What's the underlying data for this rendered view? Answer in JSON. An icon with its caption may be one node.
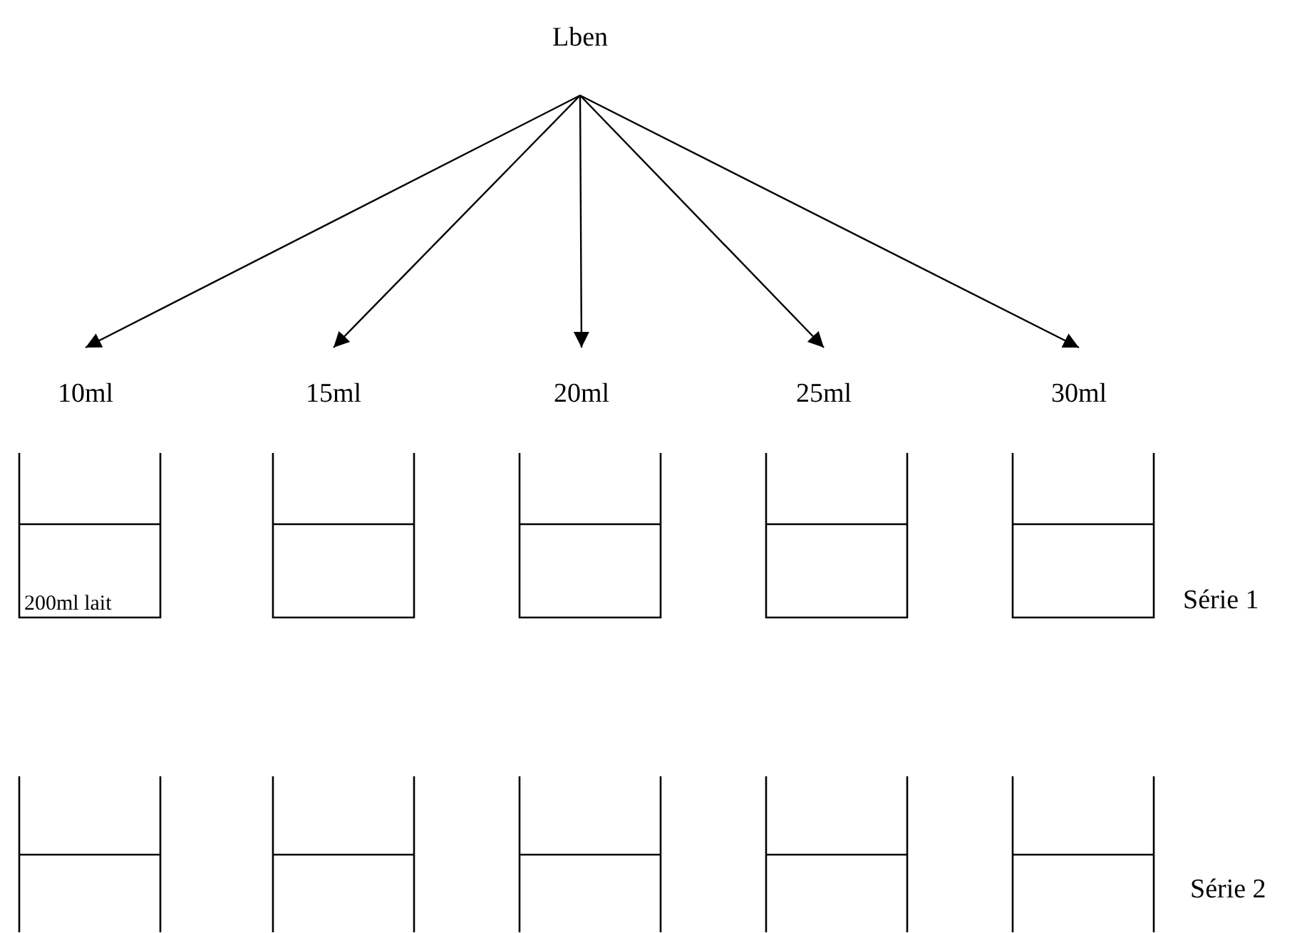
{
  "diagram": {
    "nodes": [
      {
        "text": [
          "Lben"
        ]
      },
      {
        "text": [
          "10ml"
        ]
      },
      {
        "text": [
          "15ml"
        ]
      },
      {
        "text": [
          "20ml"
        ]
      },
      {
        "text": [
          "25ml"
        ]
      },
      {
        "text": [
          "30ml"
        ]
      },
      {
        "text": [
          "200ml lait"
        ]
      },
      {
        "text": [],
        "shape": "beaker"
      },
      {
        "text": [],
        "shape": "beaker"
      },
      {
        "text": [],
        "shape": "beaker"
      },
      {
        "text": [],
        "shape": "beaker"
      },
      {
        "text": [],
        "shape": "beaker"
      },
      {
        "text": [],
        "shape": "beaker"
      },
      {
        "text": [],
        "shape": "beaker"
      },
      {
        "text": [],
        "shape": "beaker"
      },
      {
        "text": [],
        "shape": "beaker"
      }
    ],
    "edges": [
      {
        "from": 0,
        "to": 1,
        "arrow": "to"
      },
      {
        "from": 0,
        "to": 2,
        "arrow": "to"
      },
      {
        "from": 0,
        "to": 3,
        "arrow": "to"
      },
      {
        "from": 0,
        "to": 4,
        "arrow": "to"
      },
      {
        "from": 0,
        "to": 5,
        "arrow": "to"
      }
    ],
    "labels": [
      "Série 1",
      "Série 2"
    ]
  }
}
